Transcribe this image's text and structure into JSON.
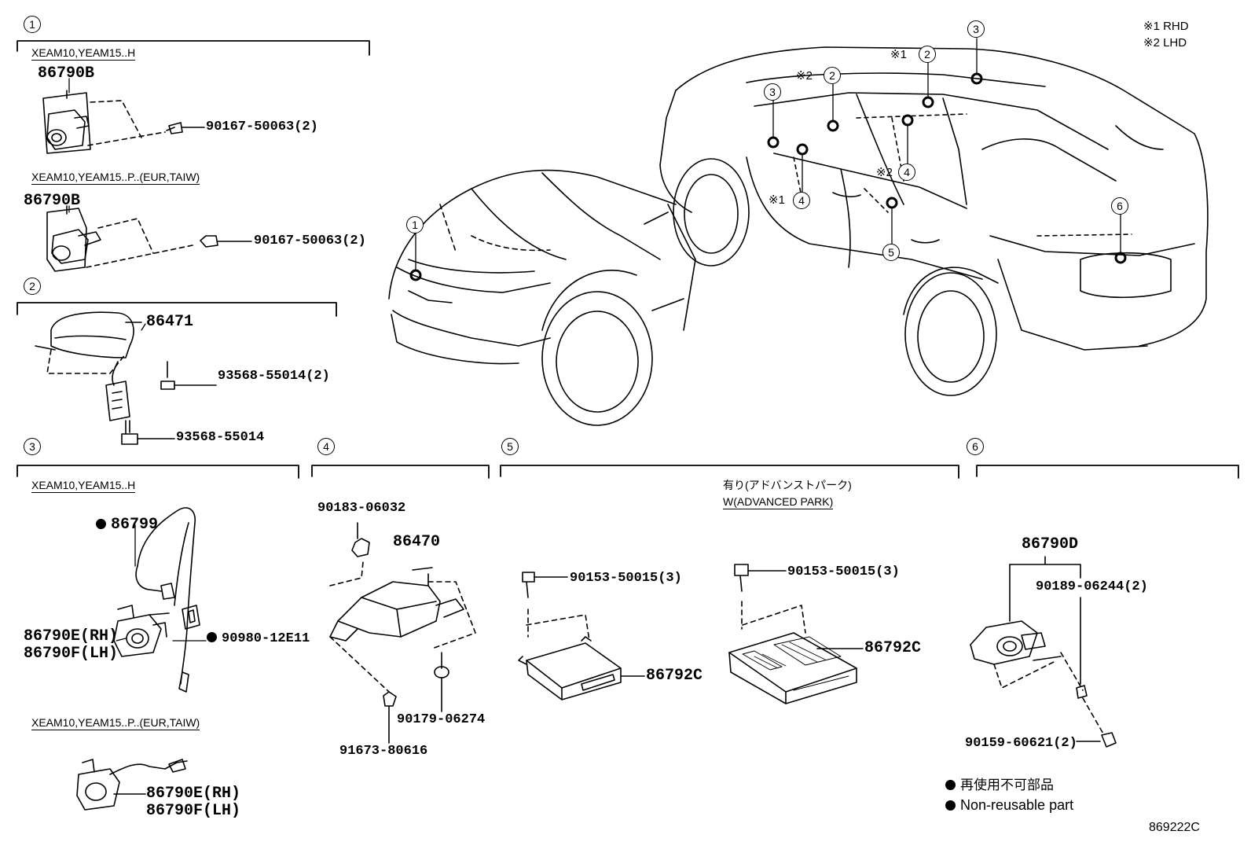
{
  "sections": {
    "s1": {
      "num": "1",
      "cond_a": "XEAM10,YEAM15..H",
      "part_a": "86790B",
      "bolt_a": "90167-50063(2)",
      "cond_b": "XEAM10,YEAM15..P..(EUR,TAIW)",
      "part_b": "86790B",
      "bolt_b": "90167-50063(2)"
    },
    "s2": {
      "num": "2",
      "part": "86471",
      "bolt_a": "93568-55014(2)",
      "bolt_b": "93568-55014"
    },
    "s3": {
      "num": "3",
      "cond_a": "XEAM10,YEAM15..H",
      "wire": "86799",
      "cam_rh": "86790E(RH)",
      "cam_lh": "86790F(LH)",
      "clip": "90980-12E11",
      "cond_b": "XEAM10,YEAM15..P..(EUR,TAIW)",
      "cam_rh_b": "86790E(RH)",
      "cam_lh_b": "86790F(LH)"
    },
    "s4": {
      "num": "4",
      "nut": "90183-06032",
      "part": "86470",
      "grommet": "90179-06274",
      "bolt": "91673-80616"
    },
    "s5": {
      "num": "5",
      "bolt_a": "90153-50015(3)",
      "part_a": "86792C",
      "cond_jp": "有り(アドバンストパーク)",
      "cond_en": "W(ADVANCED PARK)",
      "bolt_b": "90153-50015(3)",
      "part_b": "86792C"
    },
    "s6": {
      "num": "6",
      "part": "86790D",
      "bolt_a": "90189-06244(2)",
      "bolt_b": "90159-60621(2)"
    }
  },
  "car_callouts": {
    "c1": "1",
    "c2a": "2",
    "c2b": "2",
    "c3a": "3",
    "c3b": "3",
    "c4a": "4",
    "c4b": "4",
    "c5": "5",
    "c6": "6",
    "mark1a": "※1",
    "mark1b": "※1",
    "mark2a": "※2",
    "mark2b": "※2"
  },
  "legend": {
    "rhd": "※1 RHD",
    "lhd": "※2 LHD",
    "nonreuse_jp": "再使用不可部品",
    "nonreuse_en": "Non-reusable part"
  },
  "diagram_code": "869222C"
}
